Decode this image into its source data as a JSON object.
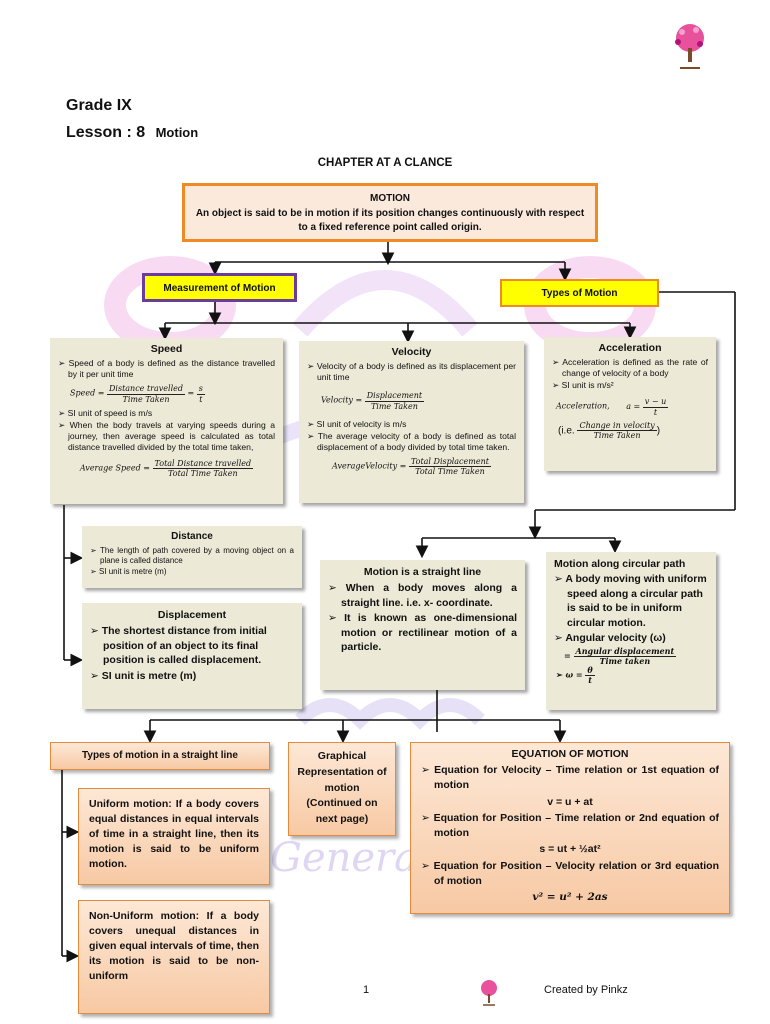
{
  "header": {
    "grade": "Grade IX",
    "lesson_label": "Lesson  : 8",
    "lesson_title": "Motion"
  },
  "chapter_heading": "CHAPTER AT A CLANCE",
  "motion_box": {
    "title": "MOTION",
    "text": "An object is said to be in motion if its position changes continuously with respect to a fixed reference point called origin."
  },
  "measurement_label": "Measurement of Motion",
  "types_label": "Types of Motion",
  "speed": {
    "title": "Speed",
    "b1": "Speed of a body is defined as the distance travelled by it per unit time",
    "f_label": "Speed =",
    "f_num": "Distance travelled",
    "f_den": "Time Taken",
    "f_eq": "=",
    "f_s": "s",
    "f_t": "t",
    "b2": "SI unit of speed is m/s",
    "b3": "When the body travels at varying speeds during a journey, then average speed is calculated as total distance travelled divided by the total time taken,",
    "avg_label": "Average Speed =",
    "avg_num": "Total Distance travelled",
    "avg_den": "Total Time Taken"
  },
  "velocity": {
    "title": "Velocity",
    "b1": "Velocity of a body is defined as its displacement per unit time",
    "f_label": "Velocity =",
    "f_num": "Displacement",
    "f_den": "Time Taken",
    "b2": "SI unit of velocity is m/s",
    "b3": "The average velocity of a body is defined as total displacement of a body divided by total time taken.",
    "avg_label": "AverageVelocity =",
    "avg_num": "Total Displacement",
    "avg_den": "Total Time Taken"
  },
  "acceleration": {
    "title": "Acceleration",
    "b1": "Acceleration is defined as the rate of change of velocity of a body",
    "b2": "SI unit is m/s²",
    "f_label": "Acceleration,",
    "f_a": "a =",
    "f_num": "v − u",
    "f_den": "t",
    "ie_prefix": "(i.e.",
    "ie_num": "Change in velocity",
    "ie_den": "Time Taken",
    "ie_suffix": ")"
  },
  "distance": {
    "title": "Distance",
    "b1": "The length of path covered by a moving object on a plane is called distance",
    "b2": "SI unit is metre (m)"
  },
  "displacement": {
    "title": "Displacement",
    "b1": "The shortest distance from initial position of an object to its final position is called displacement.",
    "b2": "SI unit is metre (m)"
  },
  "straight_line": {
    "title": "Motion is a straight line",
    "b1": "When a body moves along a straight line. i.e. x- coordinate.",
    "b2": "It is known as one-dimensional motion or rectilinear motion of a particle."
  },
  "circular": {
    "title": "Motion along circular path",
    "b1": "A body moving with uniform speed along a circular path is said to be in uniform circular motion.",
    "b2": "Angular velocity (ω)",
    "eq": "=",
    "num": "Angular displacement",
    "den": "Time taken",
    "w": "ω =",
    "w_num": "θ",
    "w_den": "t"
  },
  "types_straight": "Types of motion in a straight line",
  "uniform": "Uniform motion: If a body covers equal distances in equal intervals of time in a straight line, then its motion is said to be uniform motion.",
  "nonuniform": "Non-Uniform motion: If a body covers unequal distances in given equal intervals of time, then its motion is said to be non-uniform",
  "graphical": "Graphical Representation of motion (Continued on next page)",
  "equations": {
    "title": "EQUATION OF MOTION",
    "b1": "Equation for Velocity – Time relation or 1st equation of motion",
    "e1": "v = u + at",
    "b2": "Equation for Position – Time relation or 2nd equation of motion",
    "e2": "s = ut + ½at²",
    "b3": "Equation for Position – Velocity relation or 3rd equation of motion",
    "e3": "v² =  u² +  2as"
  },
  "watermark": "Genera",
  "footer": {
    "page": "1",
    "credit": "Created by Pinkz"
  },
  "colors": {
    "orange": "#f08a24",
    "yellow": "#ffff00",
    "purple": "#6a3d9a",
    "beige": "#ece9d6",
    "peach": "#f7c9a4"
  }
}
